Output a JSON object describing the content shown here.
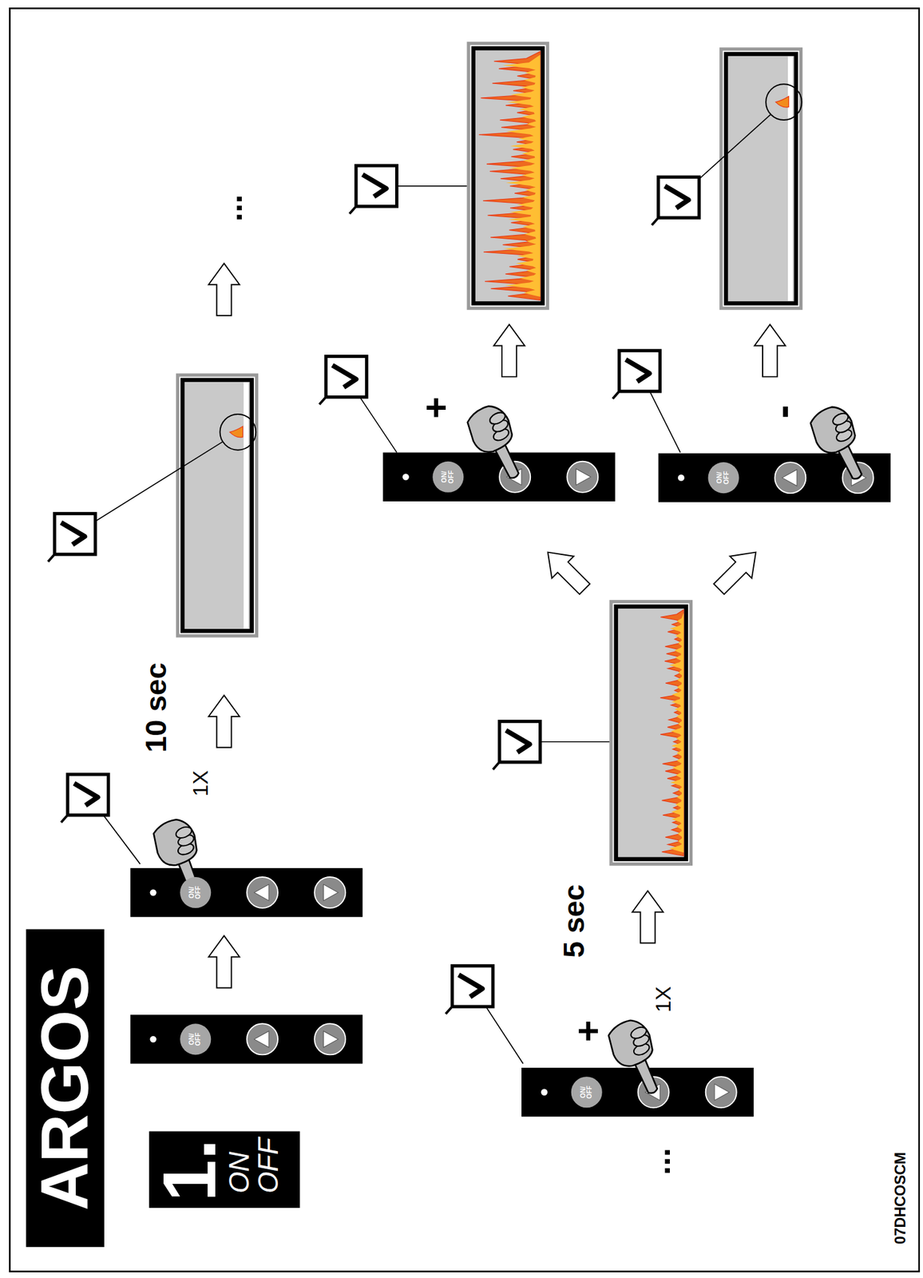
{
  "diagram": {
    "title": "ARGOS",
    "nodes": [
      {
        "text": [
          "1.",
          "ON OFF"
        ]
      },
      {
        "text": [
          "ON/ OFF"
        ]
      },
      {
        "text": [
          "ON/ OFF"
        ]
      },
      {
        "text": [
          "ON/ OFF"
        ]
      },
      {
        "text": [
          "ON/ OFF"
        ]
      },
      {
        "text": [
          "ON/ OFF"
        ]
      }
    ],
    "labels": [
      "1X",
      "10 sec",
      "...",
      "...",
      "1X",
      "5 sec",
      "+",
      "+",
      "-",
      "07DHCOSCM"
    ]
  }
}
